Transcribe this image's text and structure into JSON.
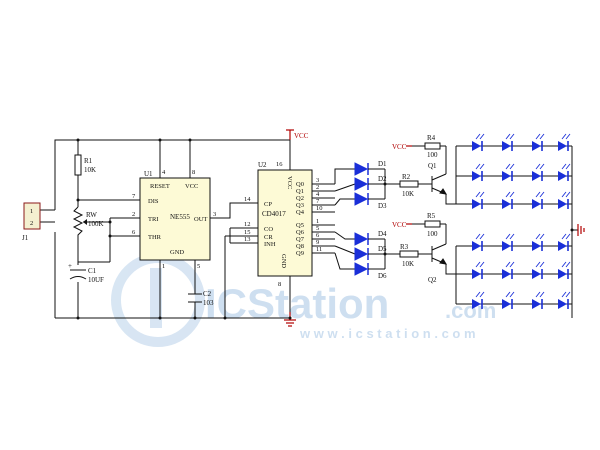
{
  "watermark": {
    "brand": "ICStation",
    "domain": ".com",
    "url": "w w w . i c s t a t i o n . c o m"
  },
  "colors": {
    "wire": "#111111",
    "power": "#b00000",
    "led": "#1a2fd8",
    "watermark": "#c9dcef"
  },
  "connector": {
    "ref": "J1",
    "pins": [
      "1",
      "2"
    ]
  },
  "power": {
    "vcc_main": "VCC",
    "vcc_q1": "VCC",
    "vcc_q2": "VCC"
  },
  "parts": {
    "r1": {
      "ref": "R1",
      "value": "10K"
    },
    "rw": {
      "ref": "RW",
      "value": "100K"
    },
    "c1": {
      "ref": "C1",
      "value": "10UF"
    },
    "c2": {
      "ref": "C2",
      "value": "103"
    },
    "r2": {
      "ref": "R2",
      "value": "10K"
    },
    "r3": {
      "ref": "R3",
      "value": "10K"
    },
    "r4": {
      "ref": "R4",
      "value": "100"
    },
    "r5": {
      "ref": "R5",
      "value": "100"
    },
    "q1": {
      "ref": "Q1"
    },
    "q2": {
      "ref": "Q2"
    },
    "diodes": [
      "D1",
      "D2",
      "D3",
      "D4",
      "D5",
      "D6"
    ]
  },
  "u1": {
    "ref": "U1",
    "name": "NE555",
    "pins": {
      "reset": "RESET",
      "vcc": "VCC",
      "dis": "DIS",
      "tri": "TRI",
      "thr": "THR",
      "out": "OUT",
      "gnd": "GND"
    },
    "pin_numbers": {
      "reset": "4",
      "vcc": "8",
      "dis": "7",
      "tri": "2",
      "thr": "6",
      "out": "3",
      "gnd": "1",
      "ctrl": "5"
    }
  },
  "u2": {
    "ref": "U2",
    "name": "CD4017",
    "vcc": "VCC",
    "gnd": "GND",
    "left_pins": [
      {
        "name": "CP",
        "num": "14"
      },
      {
        "name": "CO",
        "num": "12"
      },
      {
        "name": "CR",
        "num": "15"
      },
      {
        "name": "INH",
        "num": "13"
      }
    ],
    "right_pins": [
      {
        "name": "Q0",
        "num": "3"
      },
      {
        "name": "Q1",
        "num": "2"
      },
      {
        "name": "Q2",
        "num": "4"
      },
      {
        "name": "Q3",
        "num": "7"
      },
      {
        "name": "Q4",
        "num": "10"
      },
      {
        "name": "Q5",
        "num": "1"
      },
      {
        "name": "Q6",
        "num": "5"
      },
      {
        "name": "Q7",
        "num": "6"
      },
      {
        "name": "Q8",
        "num": "9"
      },
      {
        "name": "Q9",
        "num": "11"
      }
    ],
    "pin_top": "16",
    "pin_bottom": "8"
  }
}
